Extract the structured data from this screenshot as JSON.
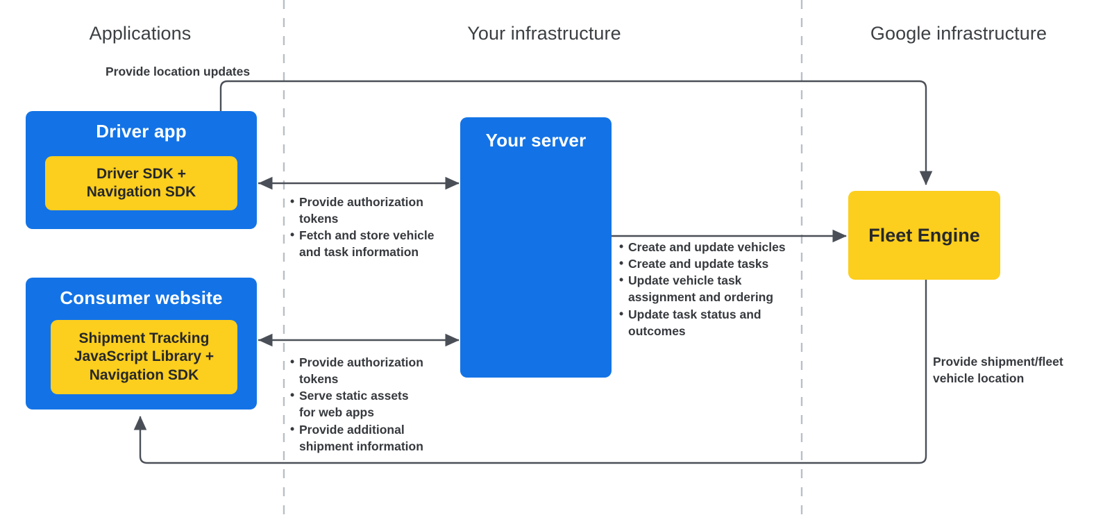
{
  "zones": [
    {
      "label": "Applications"
    },
    {
      "label": "Your infrastructure"
    },
    {
      "label": "Google infrastructure"
    }
  ],
  "colors": {
    "blue": "#1373E6",
    "yellow": "#FCCE1E",
    "wire": "#4a4f57",
    "divider": "#b9bfc6",
    "text_dark": "#36393d",
    "zone_text": "#3c4043"
  },
  "boxes": {
    "driver_app": {
      "title": "Driver app",
      "inner": "Driver SDK +\nNavigation SDK"
    },
    "consumer_website": {
      "title": "Consumer website",
      "inner": "Shipment Tracking\nJavaScript Library  +\nNavigation SDK"
    },
    "your_server": {
      "title": "Your server"
    },
    "fleet_engine": {
      "title": "Fleet Engine"
    }
  },
  "annotations": {
    "location_updates": "Provide location updates",
    "driver_server": [
      "Provide authorization\ntokens",
      "Fetch and store vehicle\nand task information"
    ],
    "consumer_server": [
      "Provide authorization\ntokens",
      "Serve static assets\nfor web apps",
      "Provide additional\nshipment information"
    ],
    "server_fleet": [
      "Create and update vehicles",
      "Create and update tasks",
      "Update vehicle task\nassignment and ordering",
      "Update task status and\noutcomes"
    ],
    "fleet_consumer": "Provide shipment/fleet\nvehicle location"
  }
}
